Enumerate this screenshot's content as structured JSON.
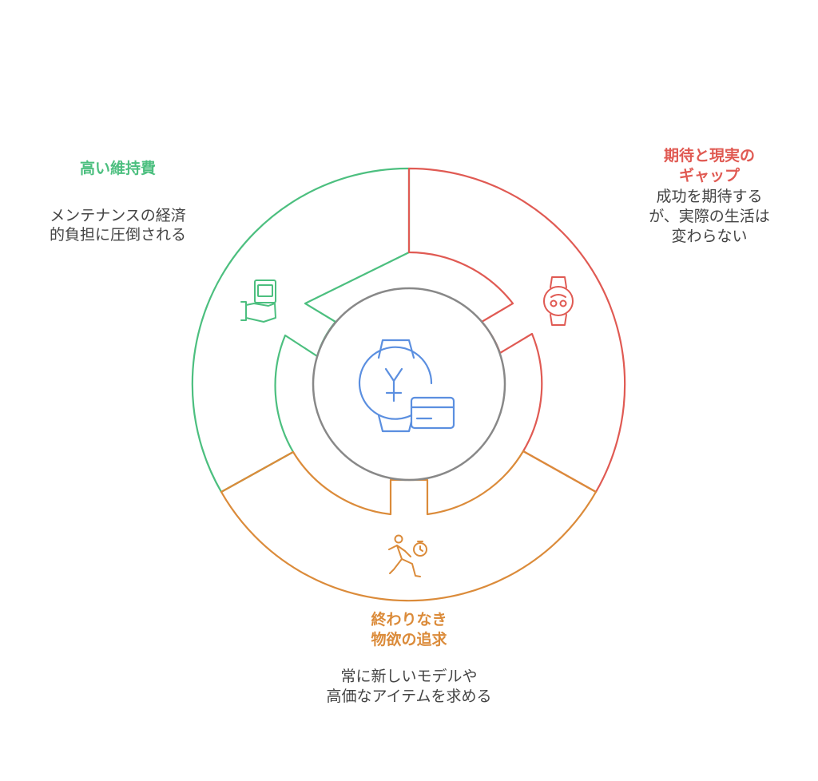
{
  "sections": [
    {
      "id": "maintenance",
      "title": "高い維持費",
      "description": [
        "メンテナンスの経済",
        "的負担に圧倒される"
      ],
      "color": "#4cbf7f",
      "icon": "money-hand-icon"
    },
    {
      "id": "expectation",
      "title": [
        "期待と現実の",
        "ギャップ"
      ],
      "description": [
        "成功を期待する",
        "が、実際の生活は",
        "変わらない"
      ],
      "color": "#e05a53",
      "icon": "smartwatch-icon"
    },
    {
      "id": "desire",
      "title": [
        "終わりなき",
        "物欲の追求"
      ],
      "description": [
        "常に新しいモデルや",
        "高価なアイテムを求める"
      ],
      "color": "#db8b3a",
      "icon": "running-person-icon"
    }
  ],
  "center": {
    "icon": "watch-card-icon",
    "ring_color": "#888888",
    "icon_color": "#5b8fe0"
  }
}
